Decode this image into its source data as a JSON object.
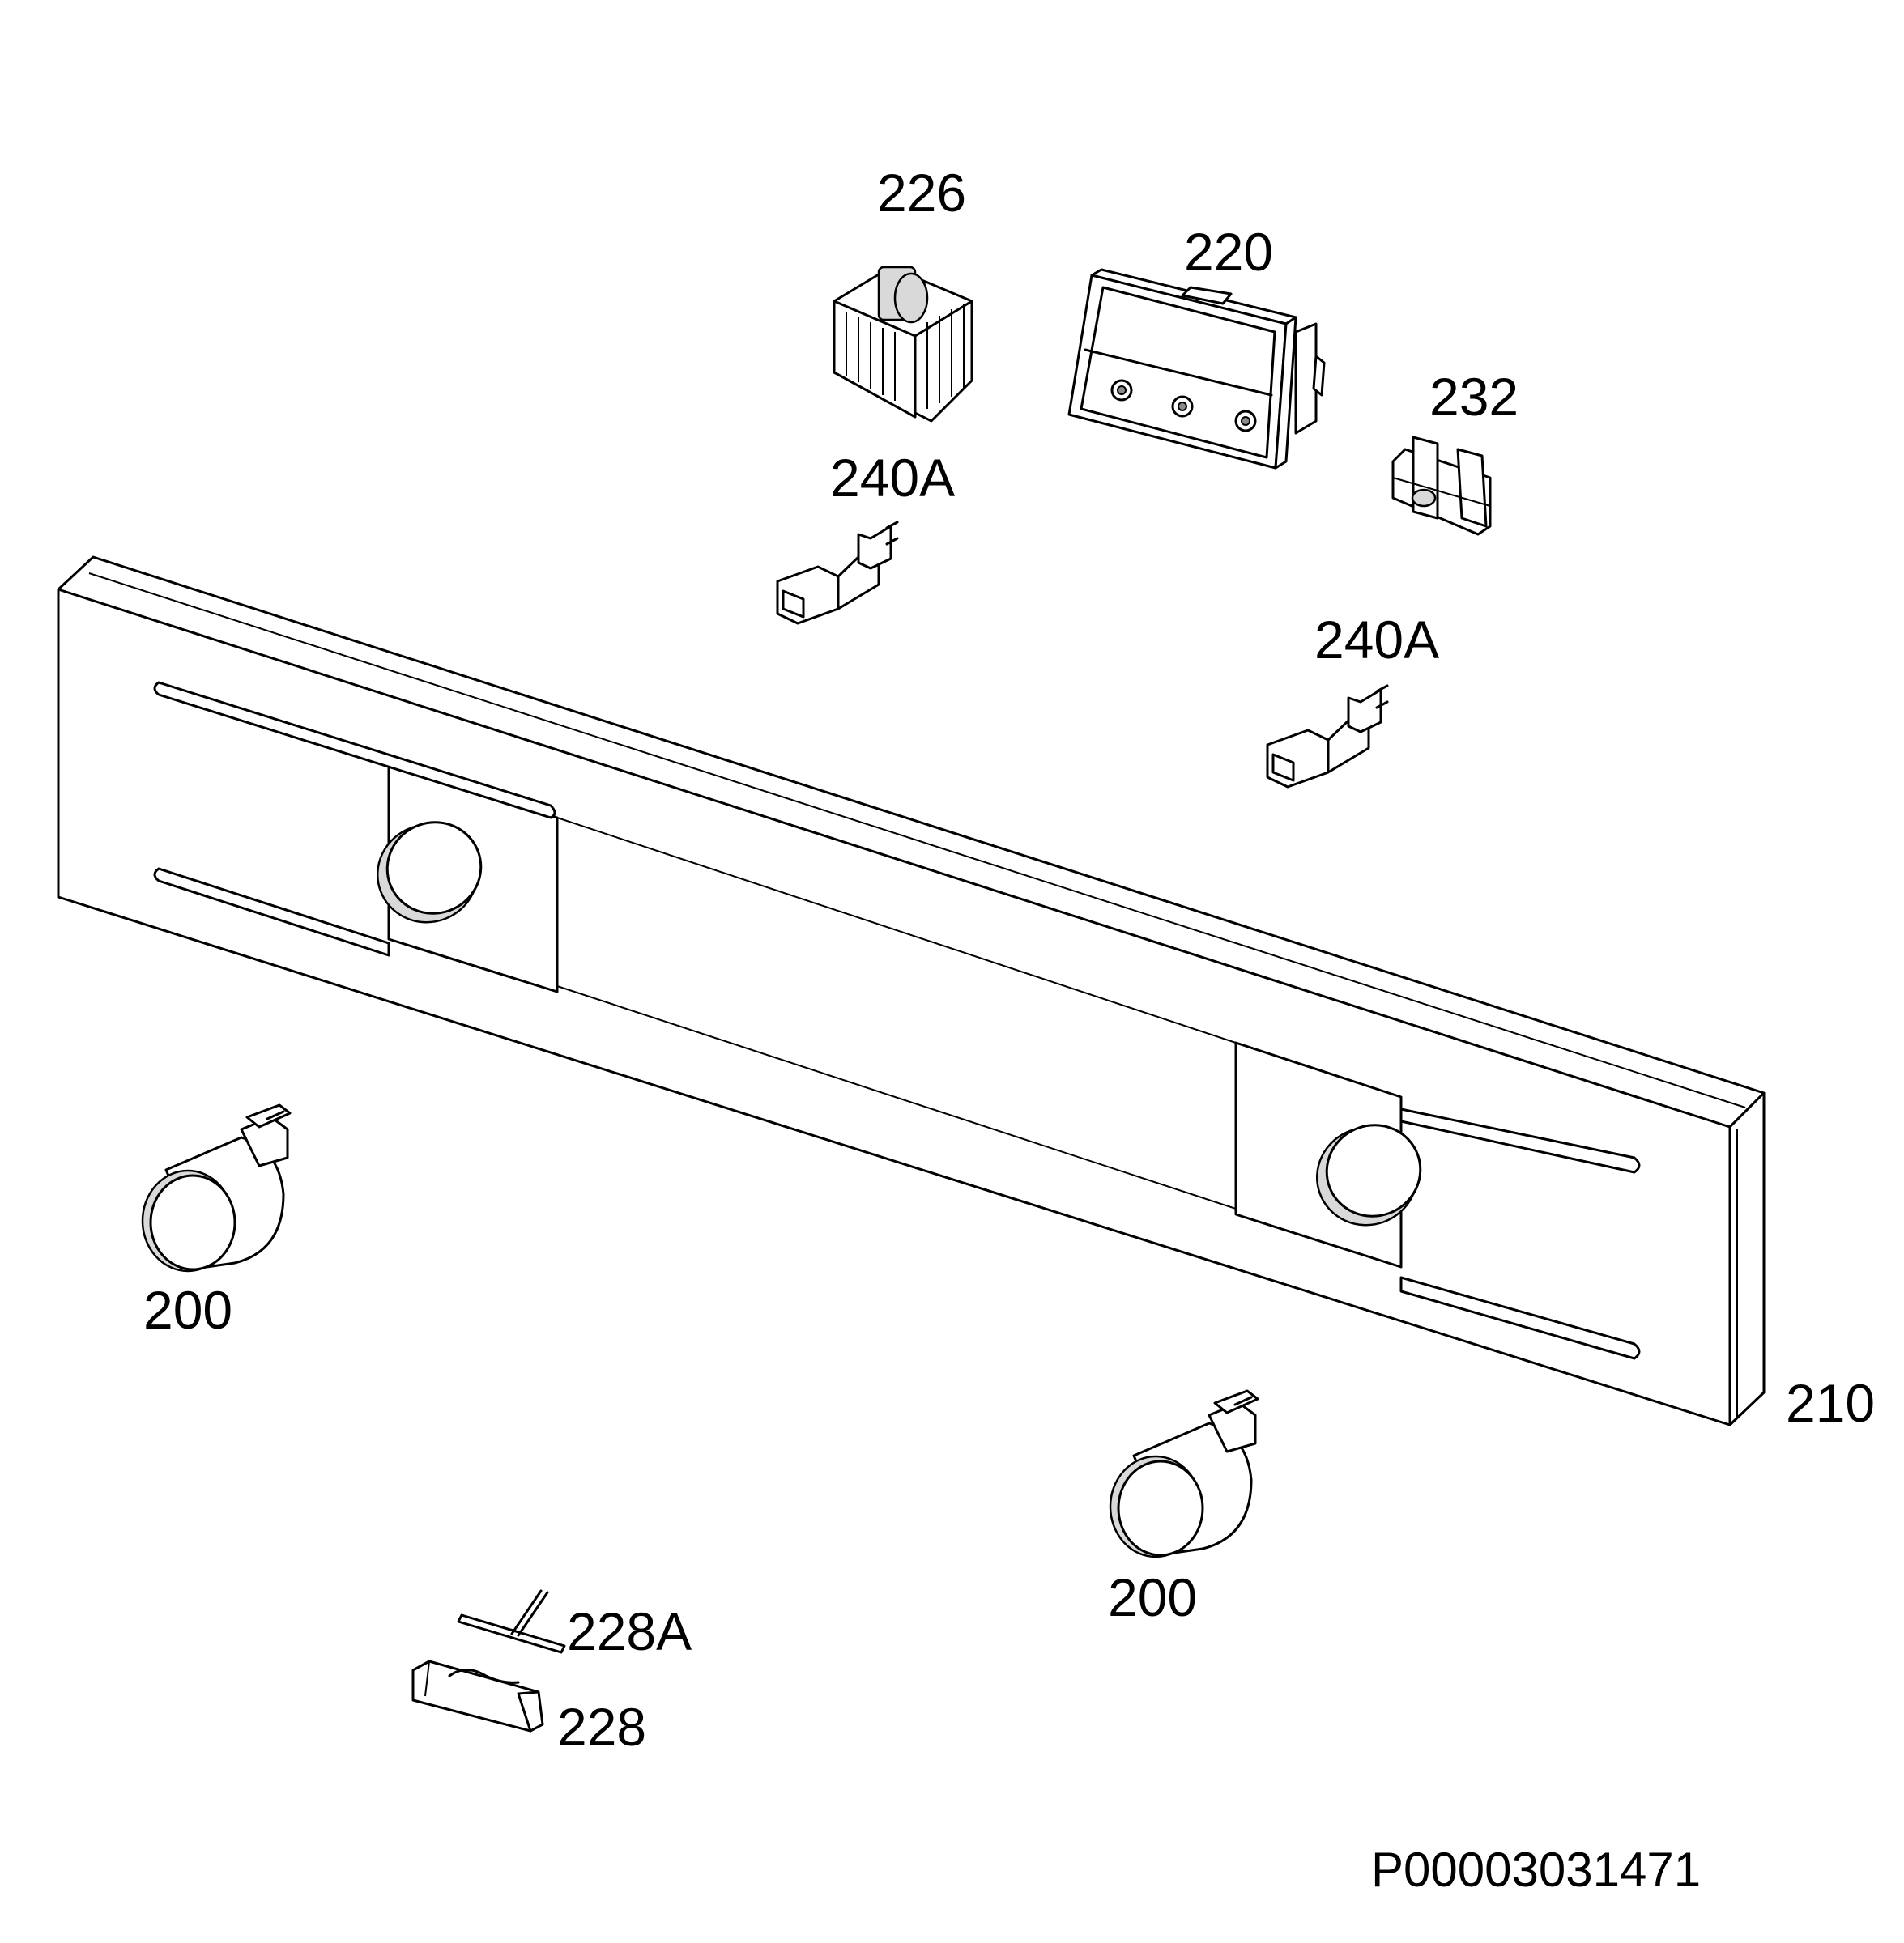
{
  "labels": {
    "p226": "226",
    "p220": "220",
    "p232": "232",
    "p240a_1": "240A",
    "p240a_2": "240A",
    "p200_1": "200",
    "p200_2": "200",
    "p210": "210",
    "p228a": "228A",
    "p228": "228"
  },
  "drawing_code": "P00003031471",
  "colors": {
    "line": "#000000",
    "background": "#ffffff",
    "shade": "#d9d9d9"
  }
}
